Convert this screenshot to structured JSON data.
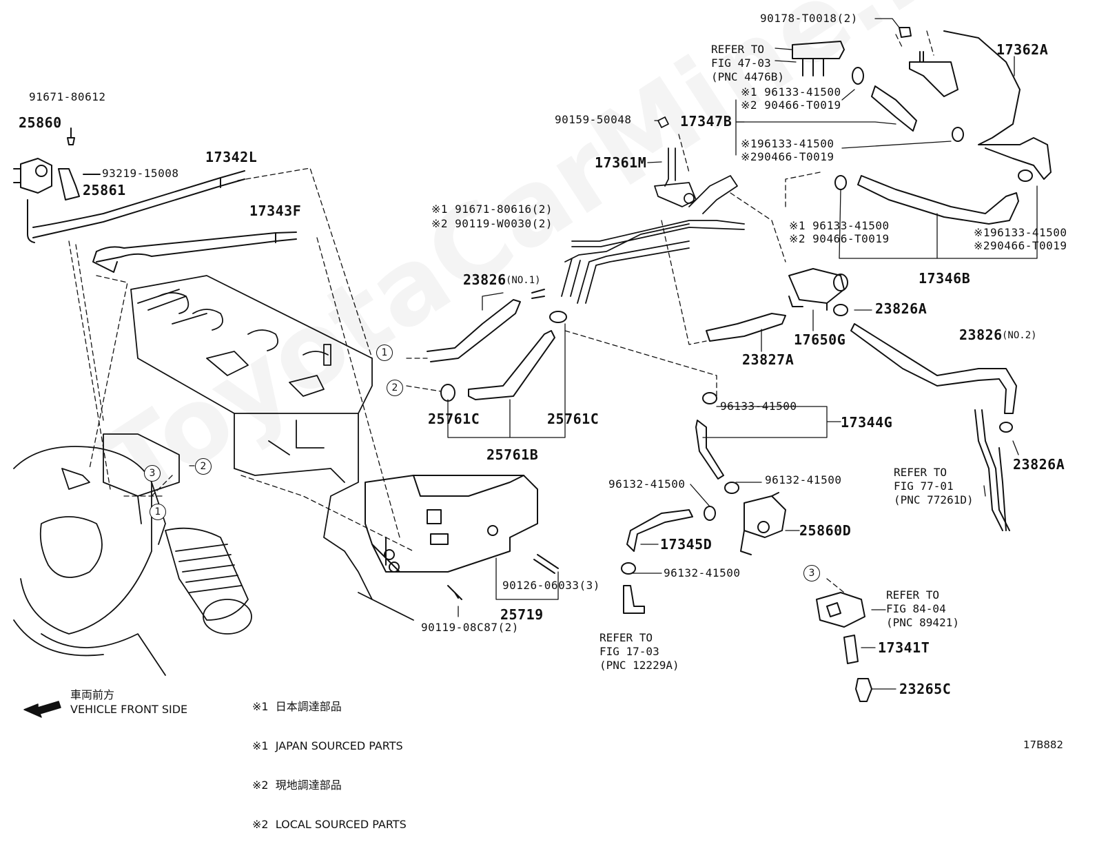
{
  "watermark": "ToyotaCarMine.ru",
  "diagram_id": "17B882",
  "direction": {
    "label_jp": "車両前方",
    "label_en": "VEHICLE FRONT SIDE"
  },
  "legend": [
    "※1  日本調達部品",
    "※1  JAPAN SOURCED PARTS",
    "※2  現地調達部品",
    "※2  LOCAL SOURCED PARTS"
  ],
  "parts": {
    "p91671_80612": "91671-80612",
    "p25860": "25860",
    "p93219_15008": "93219-15008",
    "p25861": "25861",
    "p17342L": "17342L",
    "p17343F": "17343F",
    "p91671_80616": "※1 91671-80616(2)",
    "p90119_W0030": "※2 90119-W0030(2)",
    "p23826_no1": "23826",
    "p23826_no1_sub": "(NO.1)",
    "p25761C_a": "25761C",
    "p25761C_b": "25761C",
    "p25761B": "25761B",
    "p25719": "25719",
    "p90126_06033": "90126-06033(3)",
    "p90119_08C87": "90119-08C87(2)",
    "p90178_T0018": "90178-T0018(2)",
    "p17362A": "17362A",
    "p90159_50048": "90159-50048",
    "p17347B": "17347B",
    "p17361M": "17361M",
    "clamp1_a": "※1 96133-41500",
    "clamp1_b": "※2 90466-T0019",
    "clamp2_a": "※196133-41500",
    "clamp2_b": "※290466-T0019",
    "clamp3_a": "※1 96133-41500",
    "clamp3_b": "※2 90466-T0019",
    "clamp4_a": "※196133-41500",
    "clamp4_b": "※290466-T0019",
    "p17346B": "17346B",
    "p17650G": "17650G",
    "p23826A_a": "23826A",
    "p23827A": "23827A",
    "p23826_no2": "23826",
    "p23826_no2_sub": "(NO.2)",
    "p96133_41500": "96133-41500",
    "p17344G": "17344G",
    "p23826A_b": "23826A",
    "p96132_41500_a": "96132-41500",
    "p96132_41500_b": "96132-41500",
    "p96132_41500_c": "96132-41500",
    "p25860D": "25860D",
    "p17345D": "17345D",
    "p17341T": "17341T",
    "p23265C": "23265C"
  },
  "refs": {
    "fig47": "REFER TO\nFIG 47-03\n(PNC 4476B)",
    "fig77": "REFER TO\nFIG 77-01\n(PNC 77261D)",
    "fig17": "REFER TO\nFIG 17-03\n(PNC 12229A)",
    "fig84": "REFER TO\nFIG 84-04\n(PNC 89421)"
  },
  "callouts": [
    "1",
    "2",
    "3",
    "2",
    "1",
    "3"
  ]
}
